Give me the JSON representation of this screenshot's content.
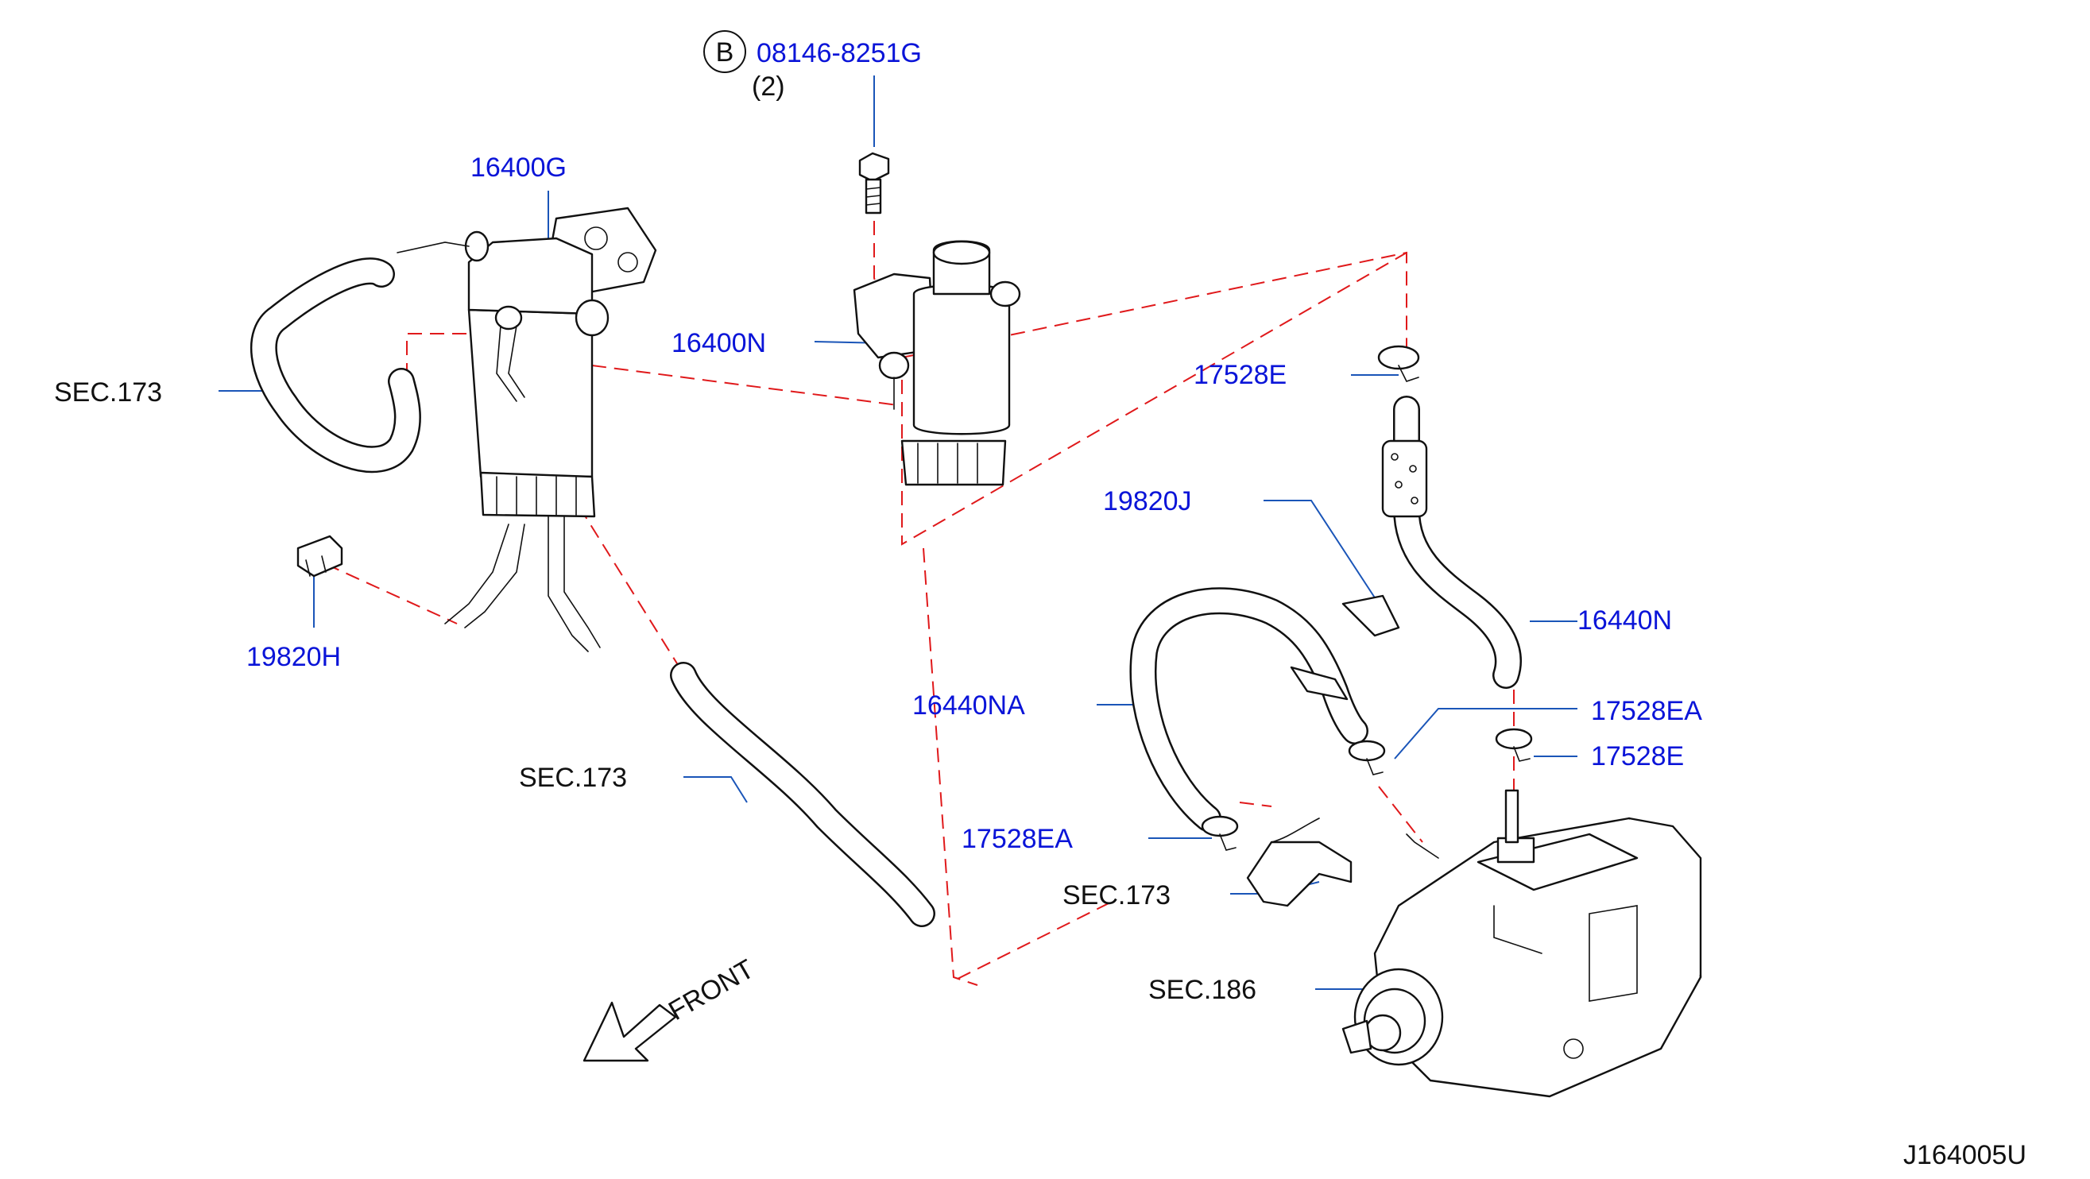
{
  "diagram": {
    "drawing_code": "J164005U",
    "front_label": "FRONT",
    "bolt_symbol": "B",
    "bolt": {
      "part_no": "08146-8251G",
      "qty": "(2)"
    },
    "parts": {
      "p16400g": "16400G",
      "p16400n": "16400N",
      "p17528e_top": "17528E",
      "p19820j": "19820J",
      "p16440n": "16440N",
      "p17528ea_right": "17528EA",
      "p17528e_right": "17528E",
      "p16440na": "16440NA",
      "p17528ea_left": "17528EA",
      "p19820h": "19820H"
    },
    "sections": {
      "sec173_left": "SEC.173",
      "sec173_mid": "SEC.173",
      "sec173_bottom": "SEC.173",
      "sec186": "SEC.186"
    },
    "colors": {
      "part_label": "#0a14d8",
      "leader_line": "#1a55b8",
      "dashed_line": "#e0191b",
      "outline": "#111111"
    }
  }
}
